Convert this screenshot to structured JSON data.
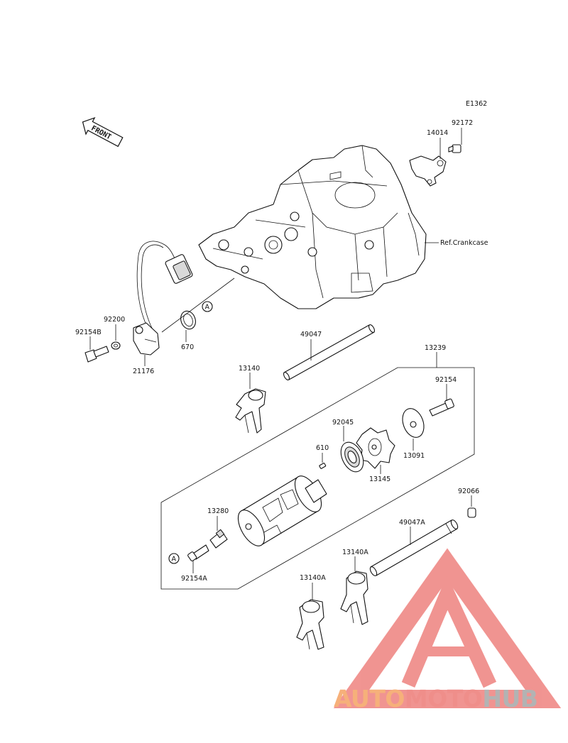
{
  "diagram": {
    "code": "E1362",
    "front_label": "FRONT",
    "ref_label": "Ref.Crankcase",
    "callout_letter": "A",
    "parts": {
      "p92172": "92172",
      "p14014": "14014",
      "p92200": "92200",
      "p92154B": "92154B",
      "p21176": "21176",
      "p670": "670",
      "p49047": "49047",
      "p13239": "13239",
      "p13140": "13140",
      "p92154": "92154",
      "p92045": "92045",
      "p610": "610",
      "p13091": "13091",
      "p13145": "13145",
      "p92066": "92066",
      "p13280": "13280",
      "p49047A": "49047A",
      "p92154A": "92154A",
      "p13140A_a": "13140A",
      "p13140A_b": "13140A"
    }
  },
  "watermark": {
    "part1": "AUTO",
    "part2": "MOTO",
    "part3": "HUB",
    "colors": {
      "orange": "#f6b07a",
      "red": "#ef8e8a",
      "grey": "#b3b3b3",
      "triangle": "#f08f8c"
    }
  }
}
